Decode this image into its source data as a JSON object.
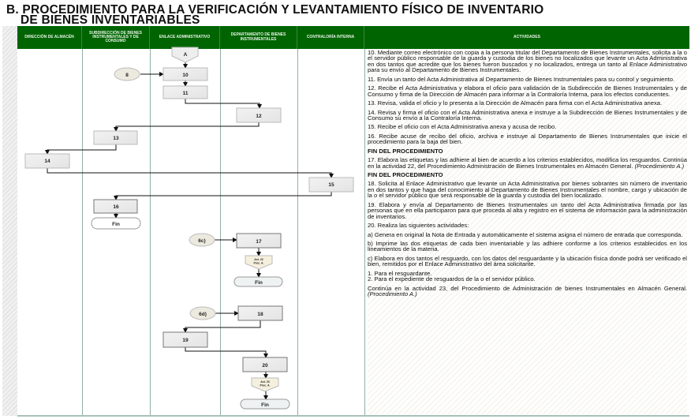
{
  "title_line1": "B. PROCEDIMIENTO PARA LA VERIFICACIÓN Y LEVANTAMIENTO FÍSICO DE INVENTARIO",
  "title_line2": "DE BIENES INVENTARIABLES",
  "columns": [
    "DIRECCIÓN DE ALMACÉN",
    "SUBDIRECCIÓN DE BIENES INSTRUMENTALES Y DE CONSUMO",
    "ENLACE ADMINISTRATIVO",
    "DEPARTAMENTO DE BIENES INSTRUMENTALES",
    "CONTRALORÍA INTERNA",
    "ACTIVIDADES"
  ],
  "flow": {
    "connector_a": "A",
    "ref_8": "8",
    "ref_6c": "6c)",
    "ref_6d": "6d)",
    "steps": {
      "s10": "10",
      "s11": "11",
      "s12": "12",
      "s13": "13",
      "s14": "14",
      "s15": "15",
      "s16": "16",
      "s17": "17",
      "s18": "18",
      "s19": "19",
      "s20": "20"
    },
    "fin": "Fin",
    "offpage_17": [
      "Act. 22",
      "Proc. A."
    ],
    "offpage_20": [
      "Act. 23",
      "Proc. A."
    ]
  },
  "activities": [
    "10. Mediante correo electrónico con copia a la persona titular del Departamento de Bienes Instrumentales, solicita a la o el servidor público responsable de la guarda y custodia de los bienes no localizados que levante un Acta Administrativa en dos tantos que acredite que los bienes fueron buscados y no localizados, entrega un tanto al Enlace Administrativo para su envío al Departamento de Bienes Instrumentales.",
    "11. Envía un tanto del Acta Administrativa al Departamento de Bienes Instrumentales para su control y seguimiento.",
    "12. Recibe el Acta Administrativa y elabora el oficio para validación de la Subdirección de Bienes Instrumentales y de Consumo y firma de la Dirección de Almacén para informar a la Contraloría Interna, para los efectos conducentes.",
    "13. Revisa, valida el oficio y lo presenta a la Dirección de Almacén para firma con el Acta Administrativa anexa.",
    "14. Revisa y firma el oficio con el Acta Administrativa anexa e instruye a la Subdirección de Bienes Instrumentales y de Consumo su envío a la Contraloría Interna.",
    "15. Recibe el oficio con el Acta Administrativa anexa y acusa de recibo.",
    "16. Recibe acuse de recibo del oficio, archiva e instruye al Departamento de Bienes Instrumentales que inicie el procedimiento para la baja del bien.",
    "FIN DEL PROCEDIMIENTO",
    "17. Elabora las etiquetas y las adhiere al bien de acuerdo a los criterios establecidos, modifica los resguardos. Continúa en la actividad 22, del Procedimiento Administración de Bienes Instrumentales en Almacén General.",
    "FIN DEL PROCEDIMIENTO",
    "18. Solicita al Enlace Administrativo que levante un Acta Administrativa por bienes sobrantes sin número de inventario en dos tantos y que haga del conocimiento al Departamento de Bienes Instrumentales el nombre, cargo y ubicación de la o el servidor público que será responsable de la guarda y custodia del bien localizado.",
    "19. Elabora y envía al Departamento de Bienes Instrumentales un tanto del Acta Administrativa firmada por las personas que en ella participaron para que proceda al alta y registro en el sistema de información para la administración de inventarios.",
    "20. Realiza las siguientes actividades:",
    "a) Genera en original la Nota de Entrada y automáticamente el sistema asigna el número de entrada que corresponda.",
    "b) Imprime las dos etiquetas de cada bien inventariable y las adhiere conforme a los criterios establecidos en los lineamientos de la materia.",
    "c) Elabora en dos tantos el resguardo, con los datos del resguardante y la ubicación física donde podrá ser verificado el bien, remitidos por el Enlace Administrativo del área solicitante.",
    "1. Para el resguardante.",
    "2. Para el expediente de resguardos de la o el servidor público.",
    "Continúa en la actividad 23, del Procedimiento de Administración de bienes Instrumentales en Almacén General."
  ],
  "proc_ref_17": "(Procedimiento A.)",
  "proc_ref_20": "(Procedimiento A.)"
}
